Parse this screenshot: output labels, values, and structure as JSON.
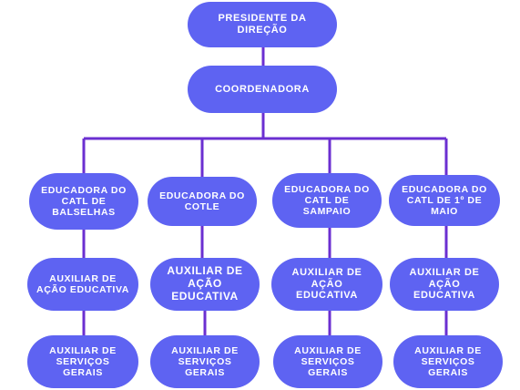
{
  "colors": {
    "box": "#5e63f2",
    "line": "#6b2fd1",
    "text": "#ffffff",
    "background": "#ffffff"
  },
  "top": {
    "label": "PRESIDENTE DA DIREÇÃO"
  },
  "coordinator": {
    "label": "COORDENADORA"
  },
  "columns": [
    {
      "educator": "EDUCADORA DO CATL DE BALSELHAS",
      "assistant": "AUXILIAR DE AÇÃO EDUCATIVA",
      "services": "AUXILIAR DE SERVIÇOS GERAIS"
    },
    {
      "educator": "EDUCADORA DO COTLE",
      "assistant": "AUXILIAR DE AÇÃO EDUCATIVA",
      "services": "AUXILIAR DE SERVIÇOS GERAIS"
    },
    {
      "educator": "EDUCADORA DO CATL DE SAMPAIO",
      "assistant": "AUXILIAR DE AÇÃO EDUCATIVA",
      "services": "AUXILIAR DE SERVIÇOS GERAIS"
    },
    {
      "educator": "EDUCADORA DO CATL DE 1º DE MAIO",
      "assistant": "AUXILIAR DE AÇÃO EDUCATIVA",
      "services": "AUXILIAR DE SERVIÇOS GERAIS"
    }
  ]
}
